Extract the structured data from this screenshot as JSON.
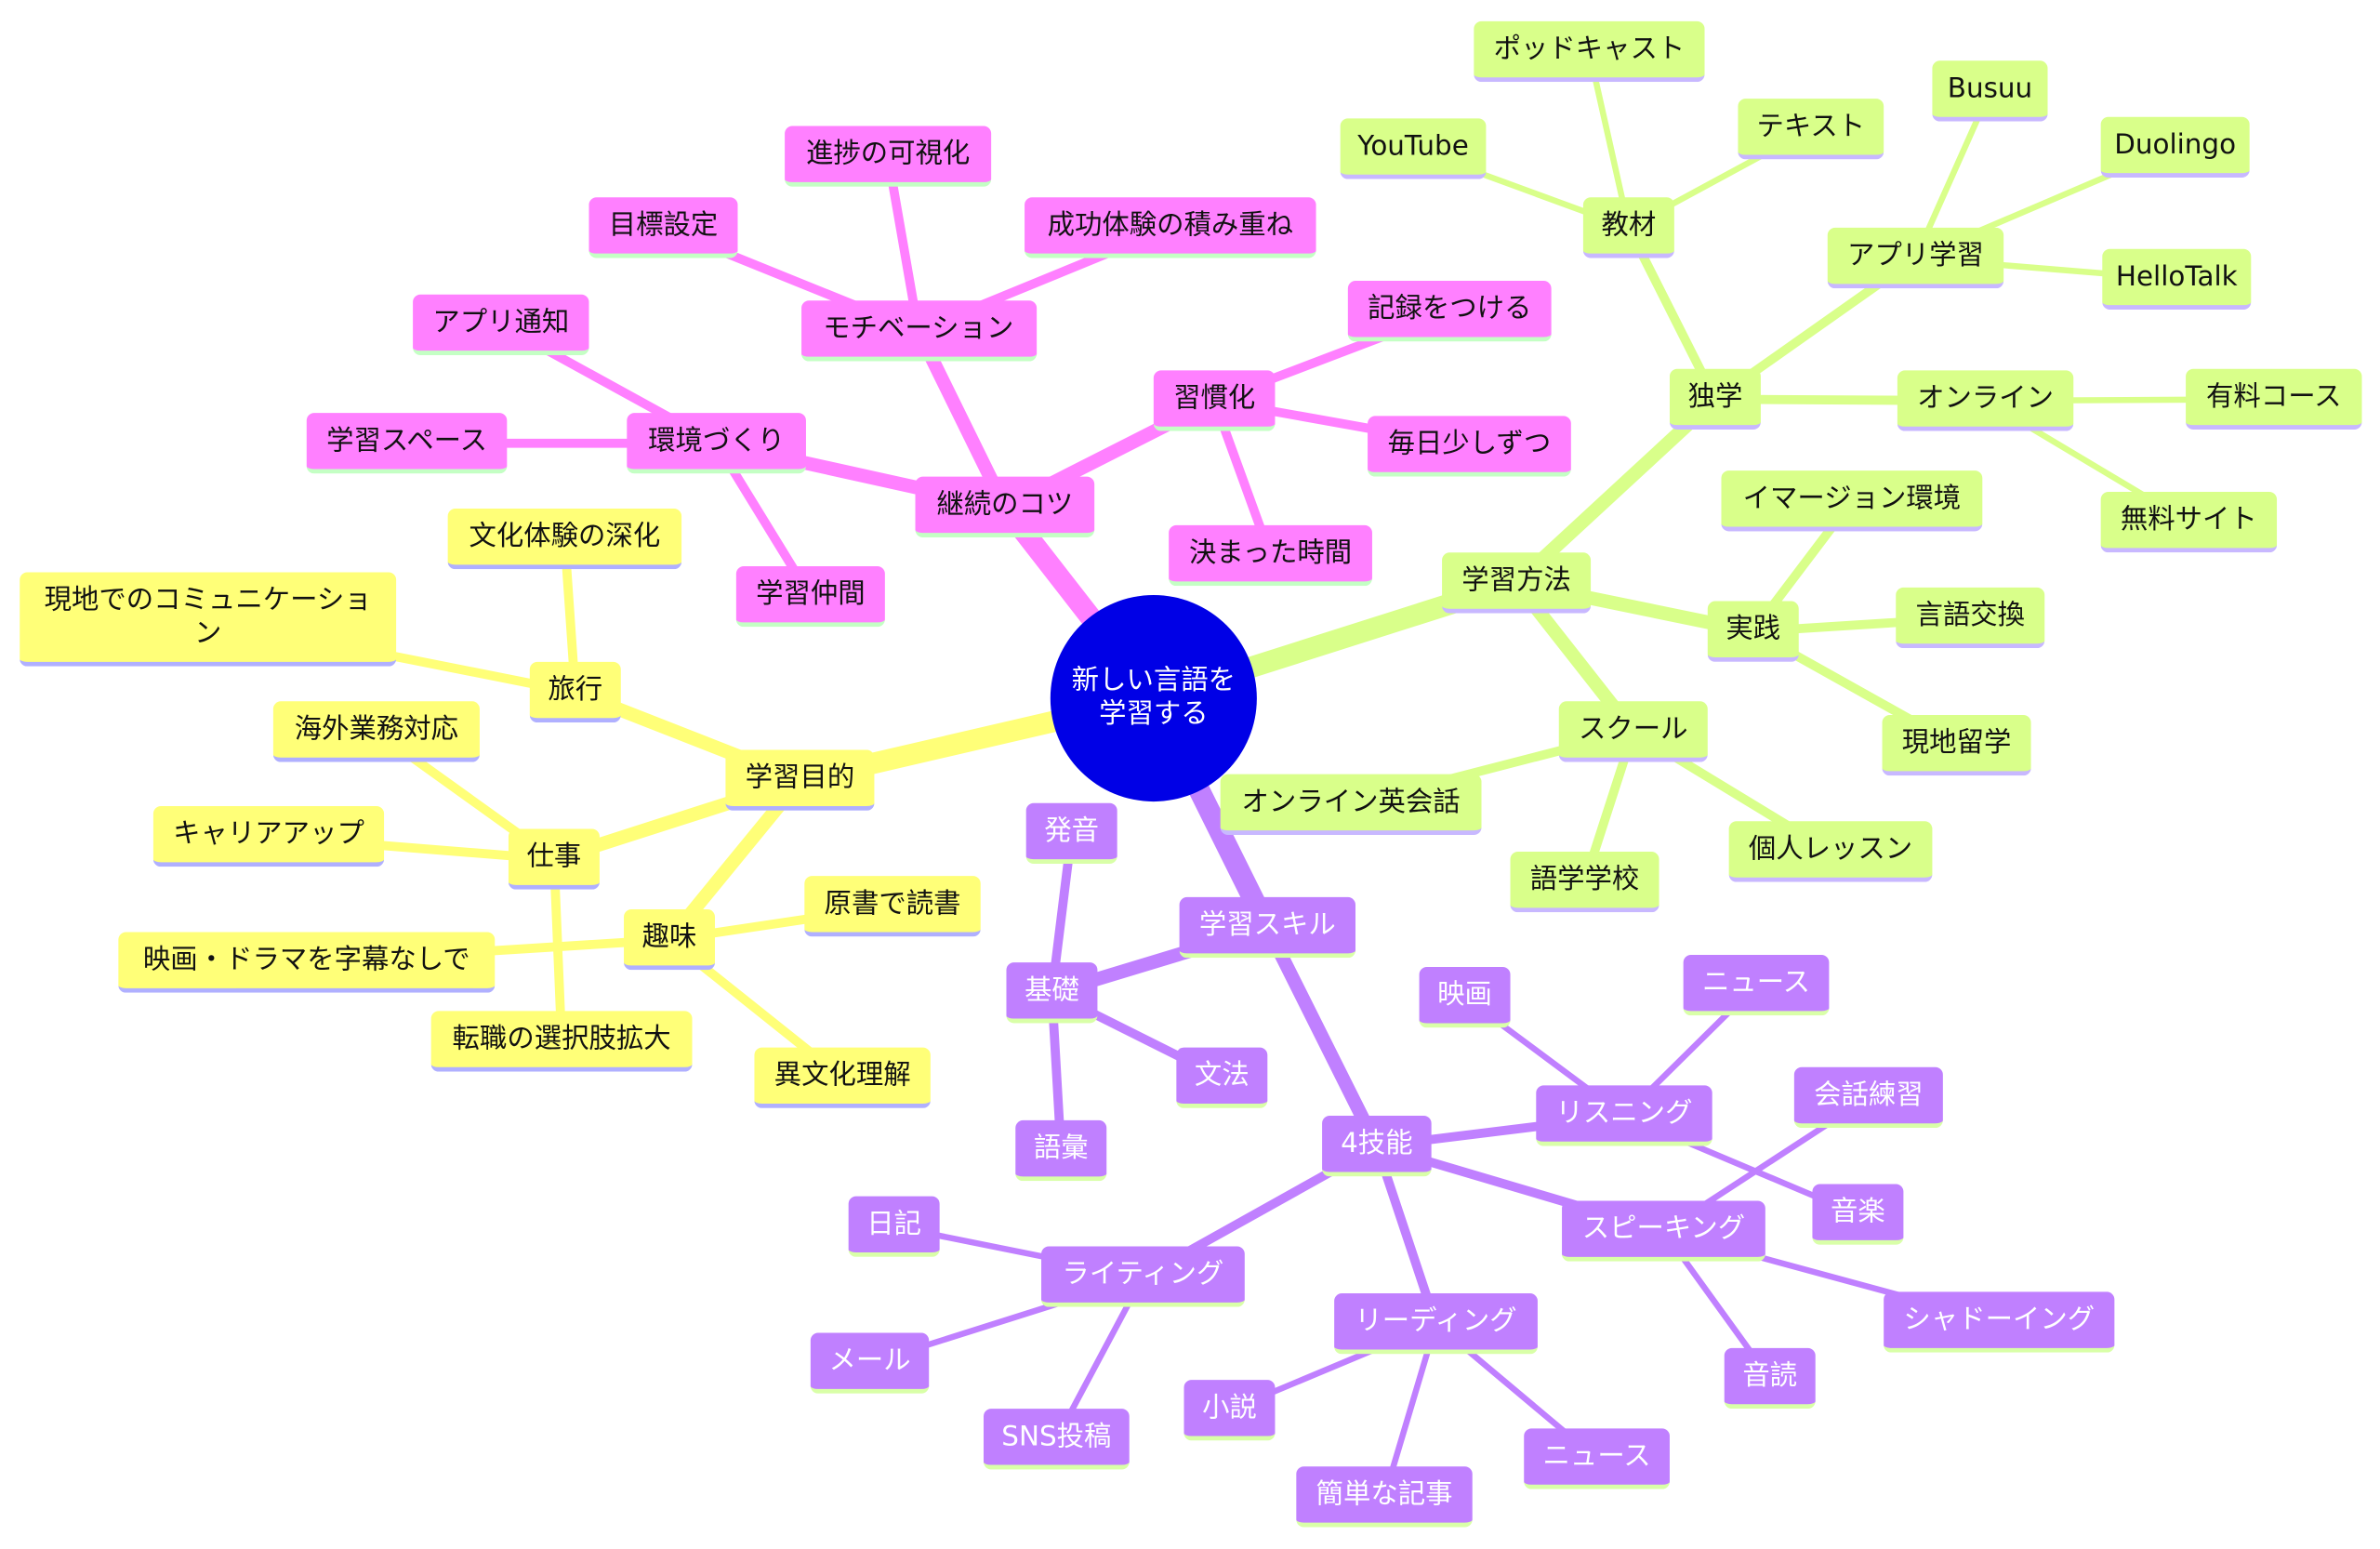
{
  "root": {
    "label": "新しい言語を学習する"
  },
  "colors": {
    "root": "#0000e6"
  },
  "branches": [
    {
      "label": "継続のコツ",
      "color": "#ff80ff",
      "underline": "#c4ffc4",
      "text": "#111111",
      "children": [
        {
          "label": "モチベーション",
          "children": [
            {
              "label": "目標設定"
            },
            {
              "label": "進捗の可視化"
            },
            {
              "label": "成功体験の積み重ね"
            }
          ]
        },
        {
          "label": "環境づくり",
          "children": [
            {
              "label": "アプリ通知"
            },
            {
              "label": "学習スペース"
            },
            {
              "label": "学習仲間"
            }
          ]
        },
        {
          "label": "習慣化",
          "children": [
            {
              "label": "記録をつける"
            },
            {
              "label": "毎日少しずつ"
            },
            {
              "label": "決まった時間"
            }
          ]
        }
      ]
    },
    {
      "label": "学習目的",
      "color": "#ffff78",
      "underline": "#b0b0ff",
      "text": "#111111",
      "children": [
        {
          "label": "旅行",
          "children": [
            {
              "label": "文化体験の深化"
            },
            {
              "label": "現地でのコミュニケーション"
            }
          ]
        },
        {
          "label": "仕事",
          "children": [
            {
              "label": "海外業務対応"
            },
            {
              "label": "キャリアアップ"
            },
            {
              "label": "転職の選択肢拡大"
            }
          ]
        },
        {
          "label": "趣味",
          "children": [
            {
              "label": "原書で読書"
            },
            {
              "label": "映画・ドラマを字幕なしで"
            },
            {
              "label": "異文化理解"
            }
          ]
        }
      ]
    },
    {
      "label": "学習方法",
      "color": "#d9ff8a",
      "underline": "#c8b8ff",
      "text": "#111111",
      "children": [
        {
          "label": "独学",
          "children": [
            {
              "label": "教材",
              "children": [
                {
                  "label": "ポッドキャスト"
                },
                {
                  "label": "YouTube"
                },
                {
                  "label": "テキスト"
                }
              ]
            },
            {
              "label": "アプリ学習",
              "children": [
                {
                  "label": "Busuu"
                },
                {
                  "label": "Duolingo"
                },
                {
                  "label": "HelloTalk"
                }
              ]
            },
            {
              "label": "オンライン",
              "children": [
                {
                  "label": "有料コース"
                },
                {
                  "label": "無料サイト"
                }
              ]
            }
          ]
        },
        {
          "label": "実践",
          "children": [
            {
              "label": "イマージョン環境"
            },
            {
              "label": "言語交換"
            },
            {
              "label": "現地留学"
            }
          ]
        },
        {
          "label": "スクール",
          "children": [
            {
              "label": "オンライン英会話"
            },
            {
              "label": "語学学校"
            },
            {
              "label": "個人レッスン"
            }
          ]
        }
      ]
    },
    {
      "label": "学習スキル",
      "color": "#c080ff",
      "underline": "#d9ffa8",
      "text": "#ffffff",
      "children": [
        {
          "label": "基礎",
          "children": [
            {
              "label": "発音"
            },
            {
              "label": "文法"
            },
            {
              "label": "語彙"
            }
          ]
        },
        {
          "label": "4技能",
          "children": [
            {
              "label": "リスニング",
              "children": [
                {
                  "label": "映画"
                },
                {
                  "label": "ニュース"
                },
                {
                  "label": "音楽"
                }
              ]
            },
            {
              "label": "スピーキング",
              "children": [
                {
                  "label": "会話練習"
                },
                {
                  "label": "シャドーイング"
                },
                {
                  "label": "音読"
                }
              ]
            },
            {
              "label": "リーディング",
              "children": [
                {
                  "label": "小説"
                },
                {
                  "label": "簡単な記事"
                },
                {
                  "label": "ニュース"
                }
              ]
            },
            {
              "label": "ライティング",
              "children": [
                {
                  "label": "日記"
                },
                {
                  "label": "メール"
                },
                {
                  "label": "SNS投稿"
                }
              ]
            }
          ]
        }
      ]
    }
  ]
}
